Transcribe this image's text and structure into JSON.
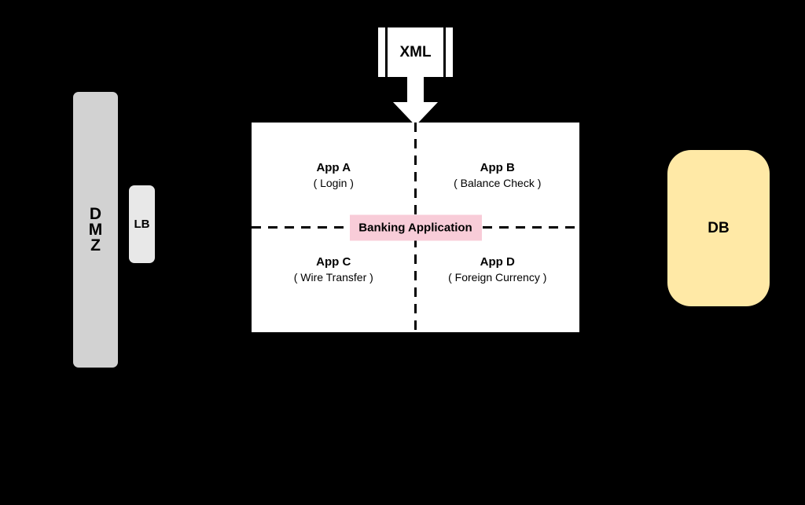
{
  "diagram": {
    "dmz": {
      "label": "DMZ",
      "letters": [
        "D",
        "M",
        "Z"
      ]
    },
    "lb": {
      "label": "LB"
    },
    "xml": {
      "label": "XML"
    },
    "banking": {
      "center_label": "Banking Application",
      "quadrants": [
        {
          "name": "App A",
          "sub": "( Login )"
        },
        {
          "name": "App B",
          "sub": "( Balance Check )"
        },
        {
          "name": "App C",
          "sub": "( Wire Transfer )"
        },
        {
          "name": "App D",
          "sub": "( Foreign Currency )"
        }
      ]
    },
    "db": {
      "label": "DB"
    },
    "colors": {
      "background": "#000000",
      "dmz_fill": "#d2d2d2",
      "lb_fill": "#e8e8e8",
      "xml_fill": "#ffffff",
      "banking_fill": "#ffffff",
      "center_label_fill": "#f8ccd8",
      "db_fill": "#ffe9a6",
      "arrow_fill": "#ffffff",
      "line_color": "#000000"
    }
  }
}
